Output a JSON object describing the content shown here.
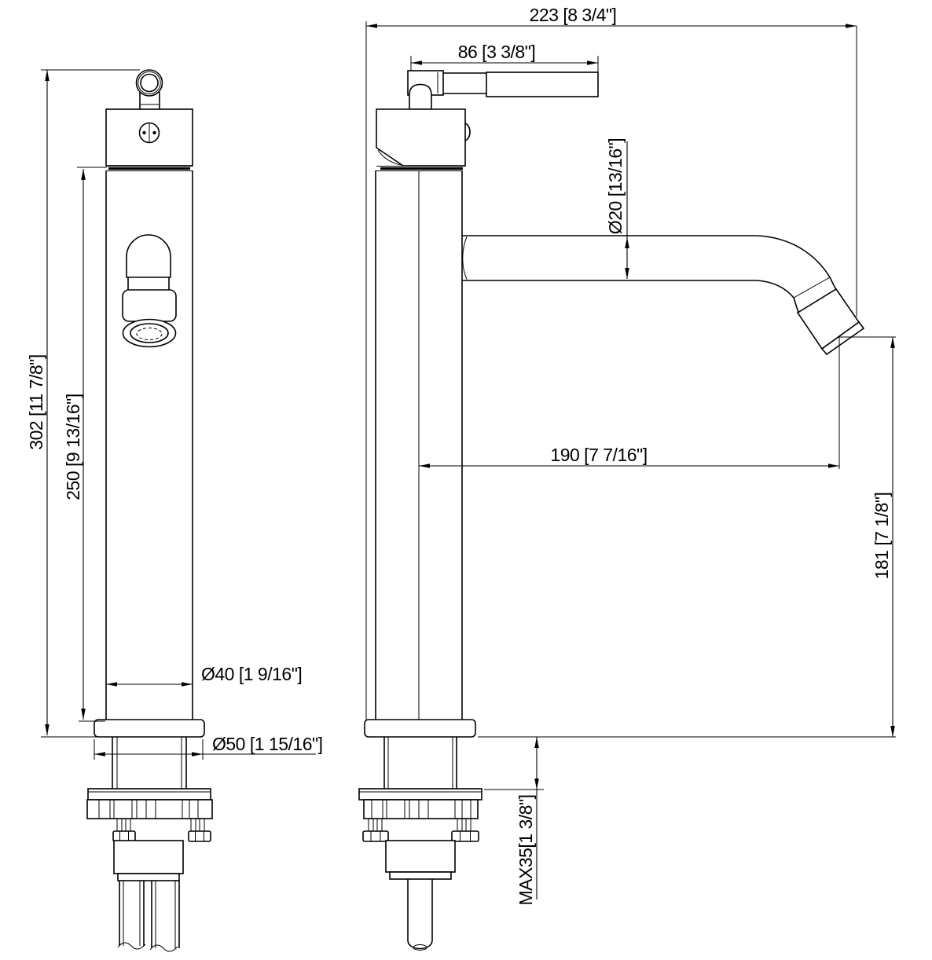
{
  "drawing": {
    "line_color": "#000000",
    "background": "#ffffff",
    "dimensions": {
      "overall_height": {
        "label": "302 [11 7/8\"]",
        "orientation": "vertical",
        "view": "front"
      },
      "column_height": {
        "label": "250 [9 13/16\"]",
        "orientation": "vertical",
        "view": "front"
      },
      "body_diameter": {
        "label": "Ø40 [1 9/16\"]",
        "orientation": "horizontal",
        "view": "front"
      },
      "base_diameter": {
        "label": "Ø50 [1 15/16\"]",
        "orientation": "horizontal",
        "view": "front"
      },
      "overall_depth": {
        "label": "223 [8 3/4\"]",
        "orientation": "horizontal",
        "view": "side"
      },
      "handle_length": {
        "label": "86 [3 3/8\"]",
        "orientation": "horizontal",
        "view": "side"
      },
      "spout_diameter": {
        "label": "Ø20 [13/16\"]",
        "orientation": "vertical",
        "view": "side"
      },
      "spout_reach": {
        "label": "190 [7 7/16\"]",
        "orientation": "horizontal",
        "view": "side"
      },
      "spout_height": {
        "label": "181 [7 1/8\"]",
        "orientation": "vertical",
        "view": "side"
      },
      "max_deck_thickness": {
        "label": "MAX35[1 3/8\"]",
        "orientation": "vertical",
        "view": "side"
      }
    }
  }
}
